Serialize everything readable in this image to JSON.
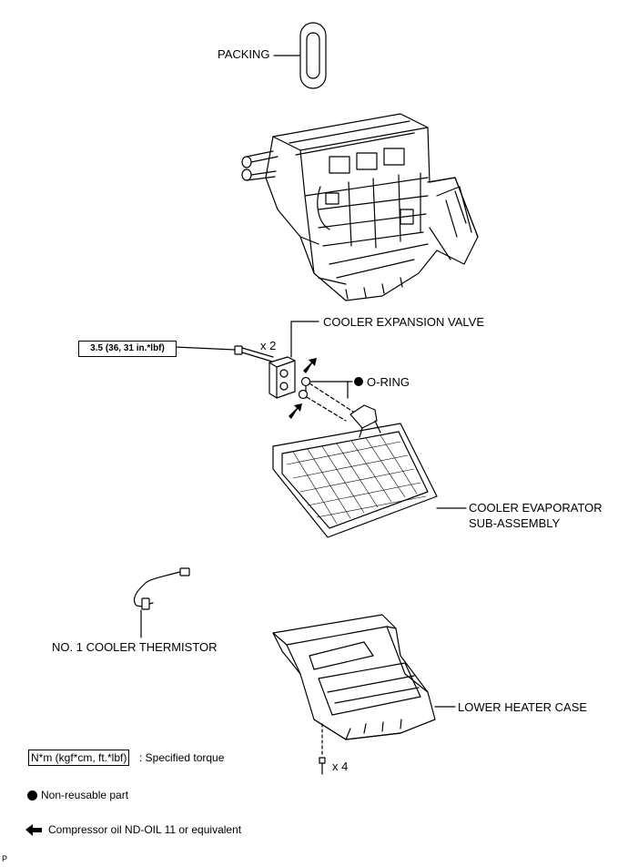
{
  "labels": {
    "packing": "PACKING",
    "expansion_valve": "COOLER EXPANSION VALVE",
    "quantity_x2": "x 2",
    "o_ring": "O-RING",
    "evaporator_line1": "COOLER EVAPORATOR",
    "evaporator_line2": "SUB-ASSEMBLY",
    "thermistor": "NO. 1 COOLER THERMISTOR",
    "lower_case": "LOWER HEATER CASE",
    "quantity_x4": "x 4"
  },
  "torque": "3.5 (36, 31 in.*lbf)",
  "legend": {
    "torque_unit": "N*m (kgf*cm, ft.*lbf)",
    "torque_desc": ": Specified torque",
    "non_reusable": "Non-reusable part",
    "oil": "Compressor oil ND-OIL 11 or equivalent"
  },
  "corner_mark": "P"
}
